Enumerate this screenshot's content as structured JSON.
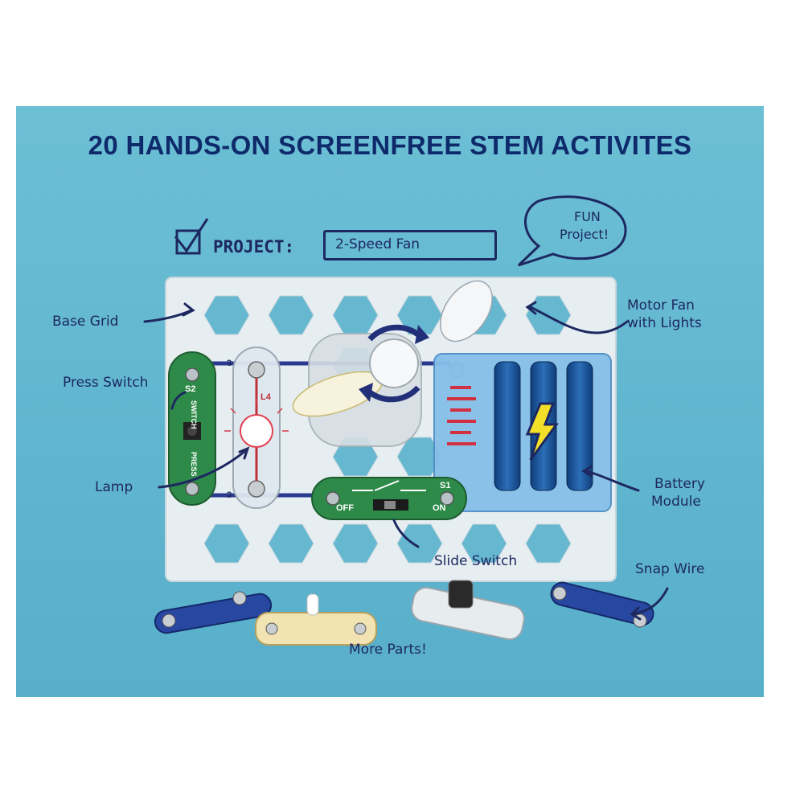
{
  "headline": "20 HANDS-ON SCREENFREE STEM ACTIVITES",
  "project": {
    "label": "PROJECT:",
    "value": "2-Speed Fan"
  },
  "bubble": {
    "line1": "FUN",
    "line2": "Project!"
  },
  "labels": {
    "base_grid": "Base Grid",
    "press_switch": "Press Switch",
    "lamp": "Lamp",
    "motor_fan_1": "Motor Fan",
    "motor_fan_2": "with Lights",
    "battery_1": "Battery",
    "battery_2": "Module",
    "slide_switch": "Slide Switch",
    "snap_wire": "Snap Wire",
    "more_parts": "More Parts!"
  },
  "parts": {
    "press_switch_id": "S2",
    "press_switch_text1": "SWITCH",
    "press_switch_text2": "PRESS",
    "snap3_a": "3",
    "snap3_b": "3",
    "lamp_id": "L4",
    "slide_id": "S1",
    "slide_off": "OFF",
    "slide_on": "ON"
  },
  "colors": {
    "background_panel": "#5fb6cf",
    "ink": "#1d2860",
    "headline": "#0f2a6b",
    "switch_green": "#2e8a48",
    "battery_blue": "#7ab8ea"
  }
}
